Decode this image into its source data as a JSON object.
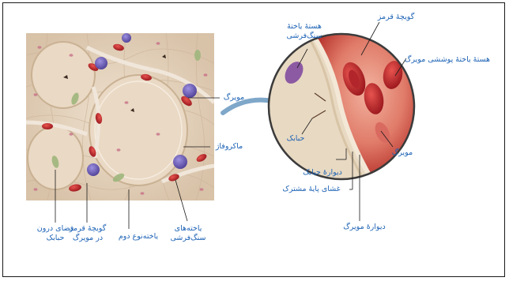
{
  "labels": {
    "capillary_top": "مویرگ",
    "macrophage": "ماکروفاژ",
    "alveolar_space": "فضای درون\nحبابک",
    "rbc_in_capillary": "گویچهٔ قرمز\nدر مویرگ",
    "type2_cell": "یاخته‌نوع دوم",
    "squamous_cells": "یاخته‌های\nسنگ‌فرشی",
    "squamous_nucleus": "هستهٔ یاختهٔ\nسنگ‌فرشی",
    "red_blood_cell": "گویچهٔ قرمز",
    "endothelial_nucleus": "هستهٔ یاختهٔ پوششی مویرگ",
    "alveolus": "حبابک",
    "capillary_right": "مویرگ",
    "alveolar_wall": "دیوارهٔ حبابک",
    "basement_membrane": "غشای پایهٔ مشترک",
    "capillary_wall": "دیوارهٔ مویرگ"
  },
  "colors": {
    "label_text": "#1e63b5",
    "leader_line": "#1a1a1a",
    "arrow": "#7fa7c9",
    "tissue": "#e6d3be",
    "blood": "#c8232c",
    "macrophage": "#6e5fb5"
  }
}
